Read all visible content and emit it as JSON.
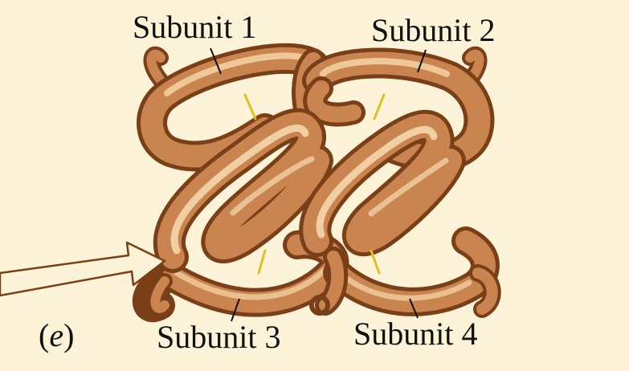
{
  "panel": {
    "open": "(",
    "letter": "e",
    "close": ")"
  },
  "subunits": [
    {
      "label": "Subunit 1"
    },
    {
      "label": "Subunit 2"
    },
    {
      "label": "Subunit 3"
    },
    {
      "label": "Subunit 4"
    }
  ],
  "colors": {
    "background": "#fdf3d8",
    "tube_dark": "#8a4a1c",
    "tube_mid": "#c98450",
    "tube_light": "#f6d4a4",
    "disulfide": "#e0c020",
    "arrow": "#fdf3d8"
  }
}
